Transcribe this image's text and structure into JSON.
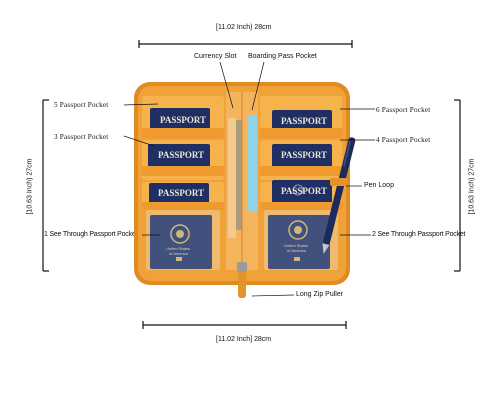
{
  "dimensions": {
    "width_top": "[11.02 Inch) 28cm",
    "width_bottom": "[11.02 Inch] 28cm",
    "height_left": "[10.63 Inch) 27cm",
    "height_right": "[10.63 Inch) 27cm"
  },
  "callouts": {
    "currency_slot": "Currency Slot",
    "boarding_pass_pocket": "Boarding Pass Pocket",
    "passport_pocket_5": "5 Passport Pocket",
    "passport_pocket_6": "6 Passport Pocket",
    "passport_pocket_3": "3 Passport Pocket",
    "passport_pocket_4": "4 Passport Pocket",
    "pen_loop": "Pen Loop",
    "see_through_1": "1 See Through Passport Pocket",
    "see_through_2": "2 See Through Passport Pocket",
    "long_zip_puller": "Long Zip Puller"
  },
  "passport": {
    "word": "PASSPORT",
    "country_line1": "United States",
    "country_line2": "of America"
  },
  "colors": {
    "leather": "#e8962a",
    "leather_dark": "#c9741a",
    "passport_blue": "#1f2f63",
    "pen": "#1c2a5c"
  }
}
